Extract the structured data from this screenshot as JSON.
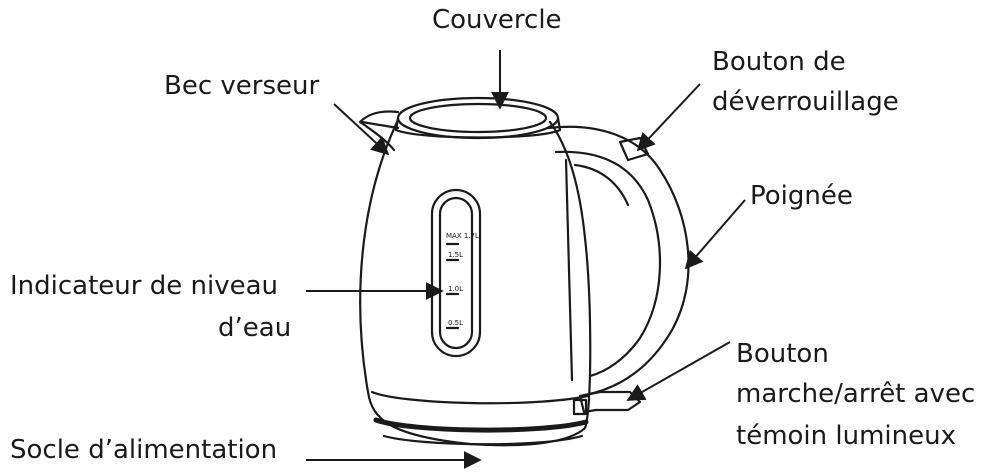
{
  "labels": {
    "lid": "Couvercle",
    "spout": "Bec verseur",
    "release_line1": "Bouton de",
    "release_line2": "déverrouillage",
    "handle": "Poignée",
    "level_line1": "Indicateur de niveau",
    "level_line2": "d’eau",
    "power_line1": "Bouton",
    "power_line2": "marche/arrêt avec",
    "power_line3": "témoin lumineux",
    "base": "Socle d’alimentation"
  },
  "gauge_marks": [
    "MAX 1.7L",
    "1.5L",
    "1.0L",
    "0.5L"
  ],
  "colors": {
    "line": "#1a1a1a",
    "background": "#ffffff"
  }
}
